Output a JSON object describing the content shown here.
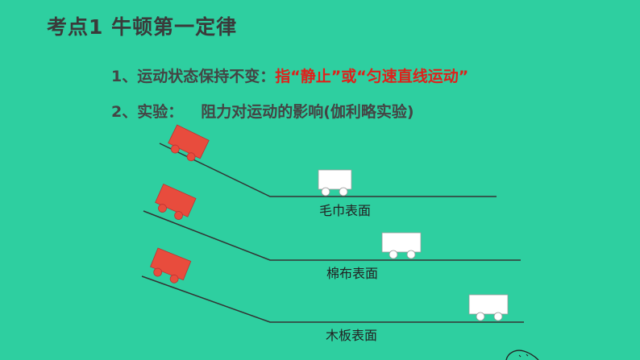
{
  "title": "考点1  牛顿第一定律",
  "point1": {
    "prefix": "1、运动状态保持不变：",
    "highlight": "指“静止”或“匀速直线运动”"
  },
  "point2": {
    "prefix": "2、实验：",
    "content": "阻力对运动的影响(伽利略实验)"
  },
  "surfaces": [
    {
      "label": "毛巾表面"
    },
    {
      "label": "棉布表面"
    },
    {
      "label": "木板表面"
    }
  ],
  "colors": {
    "background": "#2ecfa0",
    "cart_on_slope": "#e84c3d",
    "cart_on_flat": "#ffffff",
    "highlight_text": "#e0201a"
  }
}
